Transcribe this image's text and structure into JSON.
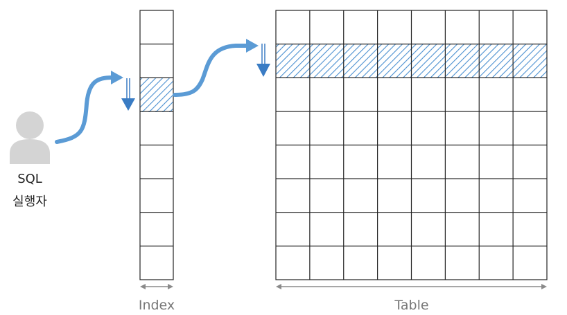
{
  "actor": {
    "line1": "SQL",
    "line2": "실행자",
    "icon": "person-icon"
  },
  "index": {
    "label": "Index",
    "rows": 8,
    "highlighted_row": 3
  },
  "table": {
    "label": "Table",
    "rows": 8,
    "columns": 8,
    "highlighted_row": 2
  },
  "colors": {
    "arrow": "#5b9bd5",
    "arrow_down": "#3a7cc4",
    "hatch": "#4a8fd0",
    "grid": "#222222",
    "measure": "#8a8a8a",
    "actor": "#d4d4d4",
    "label": "#777777",
    "actor_text": "#222222"
  }
}
